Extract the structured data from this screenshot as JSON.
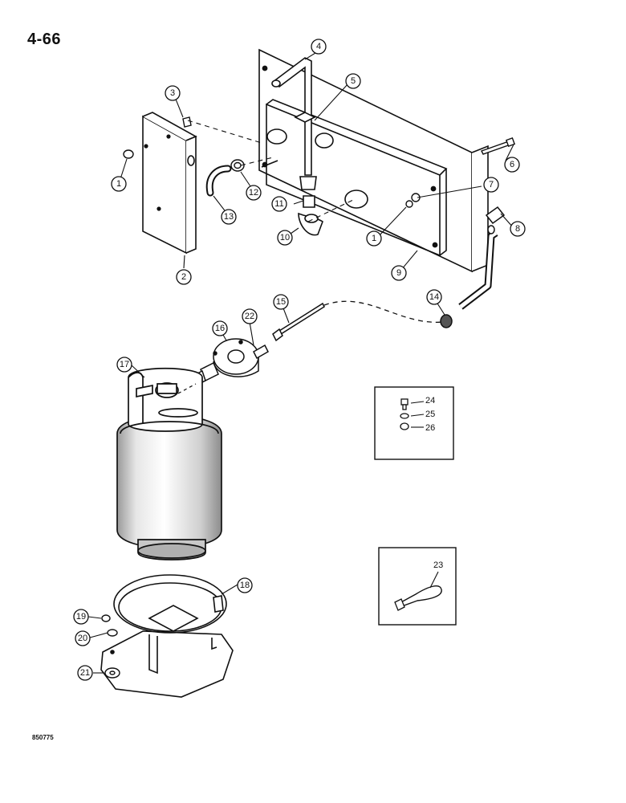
{
  "page": {
    "number": "4-66",
    "drawing_id": "850775"
  },
  "callouts": [
    "1",
    "2",
    "3",
    "4",
    "5",
    "6",
    "7",
    "8",
    "9",
    "10",
    "11",
    "12",
    "13",
    "14",
    "15",
    "16",
    "17",
    "18",
    "19",
    "20",
    "21",
    "22",
    "23",
    "24",
    "25",
    "26"
  ],
  "callouts_repeat": {
    "1": "1"
  },
  "inset_hardware": {
    "labels": [
      "24",
      "25",
      "26"
    ]
  },
  "inset_strap": {
    "label": "23"
  }
}
